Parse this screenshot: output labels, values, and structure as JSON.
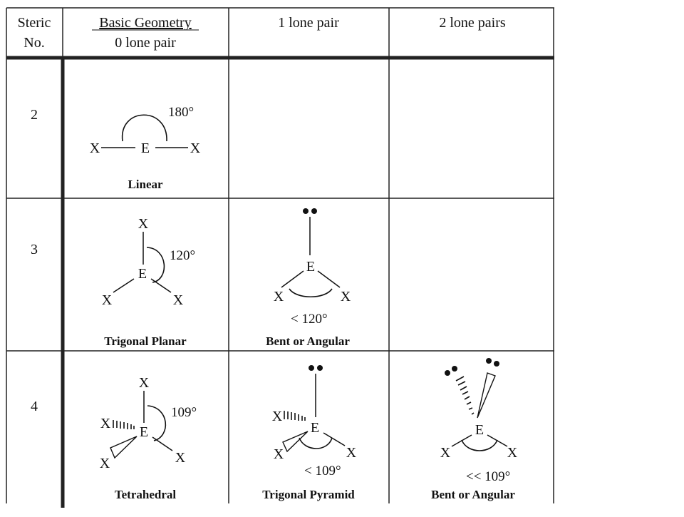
{
  "header": {
    "col1_line1": "Steric",
    "col1_line2": "No.",
    "col2_line1": "Basic Geometry",
    "col2_line2": "0 lone pair",
    "col3": "1 lone pair",
    "col4": "2 lone pairs"
  },
  "rows": [
    {
      "steric_no": "2",
      "basic": {
        "name": "Linear",
        "angle": "180°",
        "center": "E",
        "ligand": "X"
      }
    },
    {
      "steric_no": "3",
      "basic": {
        "name": "Trigonal Planar",
        "angle": "120°",
        "center": "E",
        "ligand": "X"
      },
      "one_lone_pair": {
        "name": "Bent or Angular",
        "angle": "< 120°",
        "center": "E",
        "ligand": "X"
      }
    },
    {
      "steric_no": "4",
      "basic": {
        "name": "Tetrahedral",
        "angle": "109°",
        "center": "E",
        "ligand": "X"
      },
      "one_lone_pair": {
        "name": "Trigonal Pyramid",
        "angle": "< 109°",
        "center": "E",
        "ligand": "X"
      },
      "two_lone_pairs": {
        "name": "Bent or Angular",
        "angle": "<< 109°",
        "center": "E",
        "ligand": "X"
      }
    }
  ]
}
